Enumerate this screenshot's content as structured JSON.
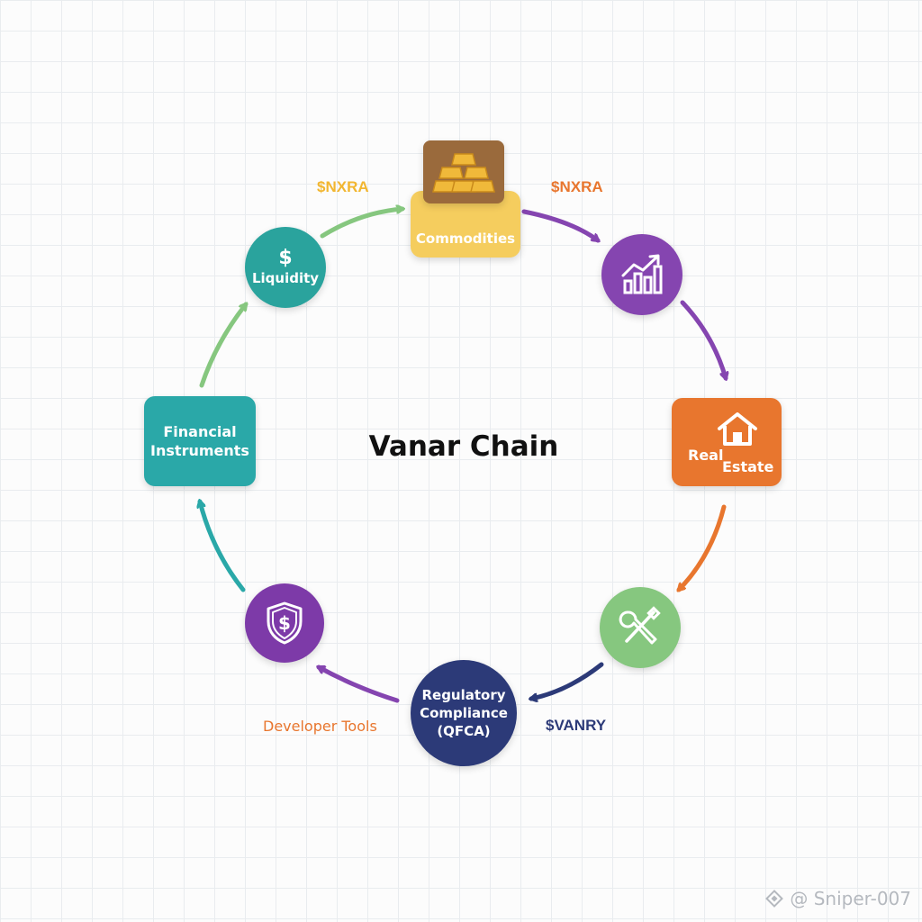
{
  "title": "Vanar Chain",
  "nodes": {
    "commodities": "Commodities",
    "liquidity": "Liquidity",
    "financial": "Financial Instruments",
    "real_estate_1": "Real",
    "real_estate_2": "Estate",
    "regulatory": "Regulatory Compliance (QFCA)"
  },
  "tokens": {
    "top_left": "$NXRA",
    "top_right": "$NXRA",
    "bottom_right": "$VANRY",
    "bottom_left": "Developer Tools"
  },
  "watermark": "@ Sniper-007",
  "icons": [
    "gold-bars-icon",
    "bar-chart-growth-icon",
    "house-icon",
    "wrench-screwdriver-icon",
    "shield-dollar-icon",
    "dollar-icon"
  ],
  "colors": {
    "commodities": "#f5cd5e",
    "growth": "#8545b0",
    "real_estate": "#e8762e",
    "tools": "#86c77f",
    "regulatory": "#2c3a78",
    "shield": "#7d3aa8",
    "financial": "#2aa8a8",
    "liquidity": "#2aa39d"
  }
}
